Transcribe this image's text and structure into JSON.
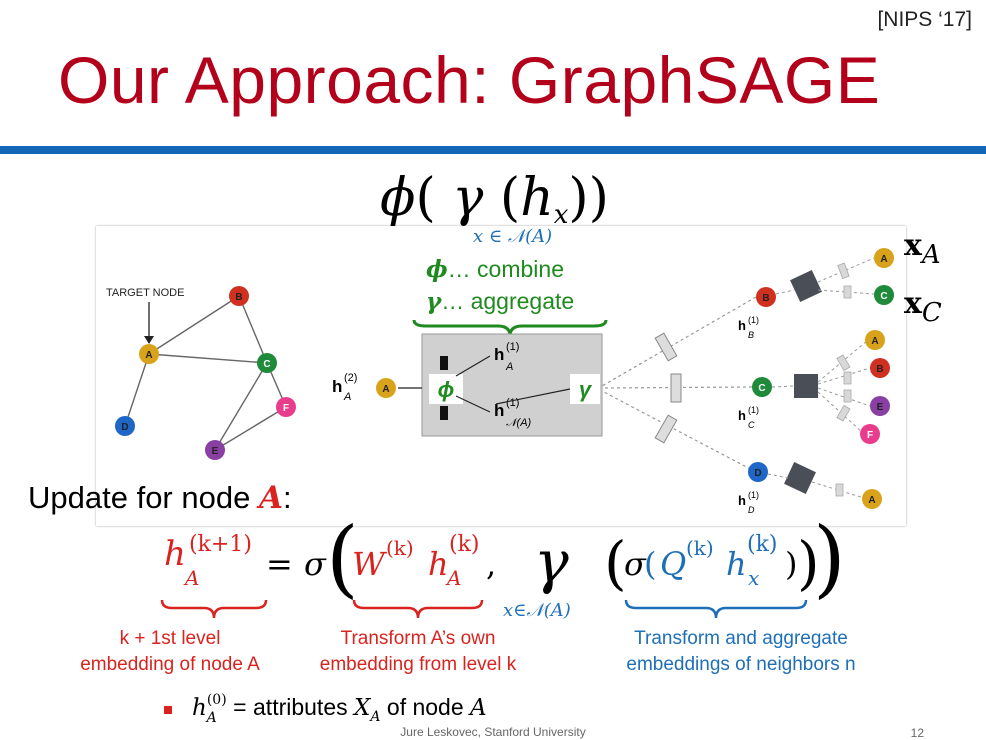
{
  "venue": "[NIPS ‘17]",
  "title": "Our Approach: GraphSAGE",
  "top_formula": {
    "phi": "ϕ",
    "open": "(",
    "gamma": "γ",
    "inner_open": "(",
    "h": "h",
    "sub_x": "x",
    "close": "))",
    "gamma_subscript": "x ∈ 𝒩(A)"
  },
  "legend": {
    "combine_symbol": "ϕ",
    "combine_text": "… combine",
    "aggregate_symbol": "γ",
    "aggregate_text": "… aggregate"
  },
  "diagram": {
    "target_node_label": "TARGET NODE",
    "graph_nodes": [
      {
        "id": "A",
        "color": "#d9a21b"
      },
      {
        "id": "B",
        "color": "#d03020"
      },
      {
        "id": "C",
        "color": "#1f8a3a"
      },
      {
        "id": "D",
        "color": "#1e66c8"
      },
      {
        "id": "E",
        "color": "#8a3fa3"
      },
      {
        "id": "F",
        "color": "#e83d8c"
      }
    ],
    "output_label": "h",
    "output_sup": "(2)",
    "output_sub": "A",
    "box_phi": "ϕ",
    "box_gamma": "γ",
    "box_h_self": "h",
    "box_h_self_sup": "(1)",
    "box_h_self_sub": "A",
    "box_h_neigh": "h",
    "box_h_neigh_sup": "(1)",
    "box_h_neigh_sub": "𝒩(A)",
    "layer1_labels": [
      {
        "h": "h",
        "sup": "(1)",
        "sub": "B"
      },
      {
        "h": "h",
        "sup": "(1)",
        "sub": "C"
      },
      {
        "h": "h",
        "sup": "(1)",
        "sub": "D"
      }
    ],
    "feature_labels": [
      {
        "x": "x",
        "sub": "A"
      },
      {
        "x": "x",
        "sub": "C"
      }
    ]
  },
  "update": {
    "prefix": "Update for node ",
    "node": "A",
    "suffix": ":"
  },
  "main_formula": {
    "lhs_h": "h",
    "lhs_sup": "(k+1)",
    "lhs_sub": "A",
    "eq": "=",
    "sigma": "σ",
    "W": "W",
    "W_sup": "(k)",
    "h_self": "h",
    "h_self_sup": "(k)",
    "h_self_sub": "A",
    "comma": ",",
    "gamma": "γ",
    "gamma_sub": "x∈𝒩(A)",
    "sigma2": "σ",
    "Q": "Q",
    "Q_sup": "(k)",
    "h_x": "h",
    "h_x_sup": "(k)",
    "h_x_sub": "x"
  },
  "annotations": {
    "left_line1": "k + 1st level",
    "left_line2": "embedding of node A",
    "mid_line1": "Transform A’s own",
    "mid_line2": "embedding from level k",
    "right_line1": "Transform and aggregate",
    "right_line2": "embeddings of neighbors n"
  },
  "bullet": {
    "h": "h",
    "sup": "(0)",
    "sub": "A",
    "text": " = attributes ",
    "X": "X",
    "X_sub": "A",
    "text2": " of node ",
    "node": "A"
  },
  "footer": "Jure Leskovec, Stanford University",
  "page_number": "12",
  "colors": {
    "title_red": "#b3001b",
    "bar_blue": "#1466b8",
    "legend_green": "#1f8a1f",
    "annot_red": "#d8231f",
    "annot_blue": "#1f6fb8"
  }
}
